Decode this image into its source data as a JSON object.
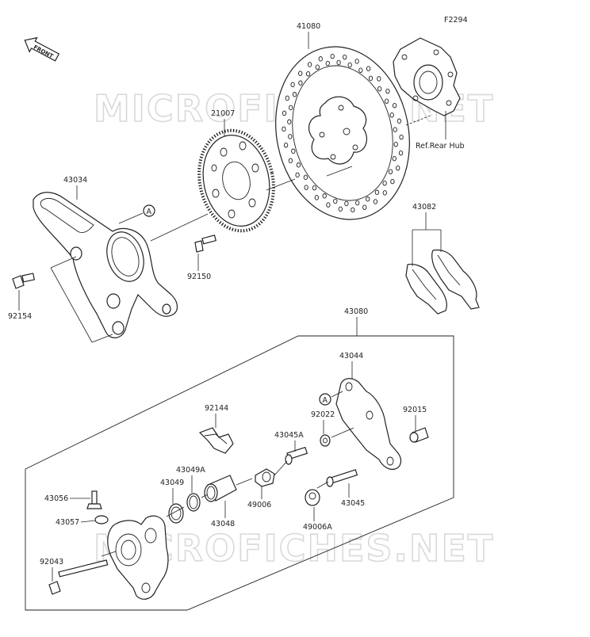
{
  "figure_code": "F2294",
  "front_label": "FRONT",
  "watermark_text": "MICROFICHES.NET",
  "reference_label": "Ref.Rear Hub",
  "callout_letter": "A",
  "labels": {
    "p41080": "41080",
    "p21007": "21007",
    "p43034": "43034",
    "p92154": "92154",
    "p92150": "92150",
    "p43082": "43082",
    "p43080": "43080",
    "p43044": "43044",
    "p92022": "92022",
    "p92015": "92015",
    "p92144": "92144",
    "p43045A": "43045A",
    "p43049A": "43049A",
    "p43049": "43049",
    "p43048": "43048",
    "p49006": "49006",
    "p49006A": "49006A",
    "p43045": "43045",
    "p43056": "43056",
    "p43057": "43057",
    "p92043": "92043"
  }
}
